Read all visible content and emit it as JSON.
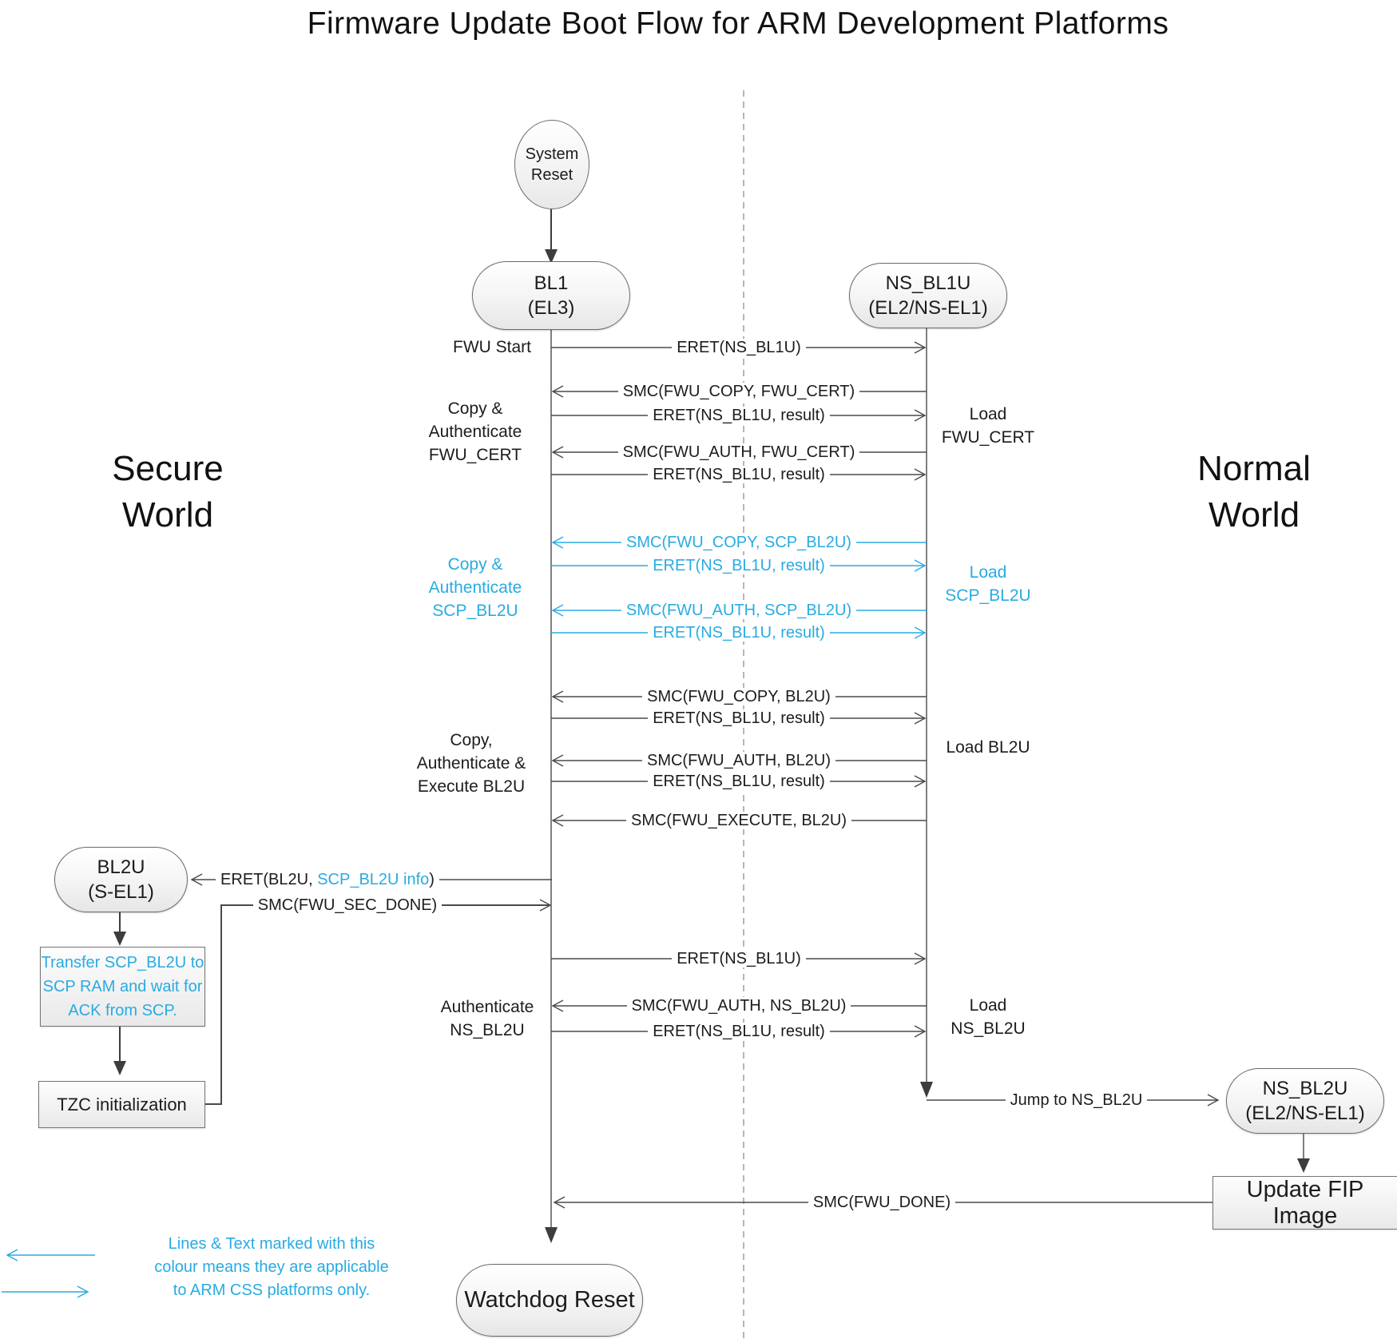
{
  "title": "Firmware Update Boot Flow for ARM Development Platforms",
  "colors": {
    "css_blue": "#29abe2",
    "line_gray": "#4a4a4a"
  },
  "worlds": {
    "secure_line1": "Secure",
    "secure_line2": "World",
    "normal_line1": "Normal",
    "normal_line2": "World"
  },
  "nodes": {
    "system_reset_line1": "System",
    "system_reset_line2": "Reset",
    "bl1_line1": "BL1",
    "bl1_line2": "(EL3)",
    "ns_bl1u_line1": "NS_BL1U",
    "ns_bl1u_line2": "(EL2/NS-EL1)",
    "bl2u_line1": "BL2U",
    "bl2u_line2": "(S-EL1)",
    "transfer_line1": "Transfer SCP_BL2U to",
    "transfer_line2": "SCP RAM and wait for",
    "transfer_line3": "ACK from SCP.",
    "tzc": "TZC initialization",
    "ns_bl2u_line1": "NS_BL2U",
    "ns_bl2u_line2": "(EL2/NS-EL1)",
    "update_fip": "Update FIP Image",
    "watchdog": "Watchdog Reset"
  },
  "messages": {
    "eret_ns_bl1u_1": "ERET(NS_BL1U)",
    "smc_fwu_copy_fwu_cert": "SMC(FWU_COPY, FWU_CERT)",
    "eret_result_1": "ERET(NS_BL1U, result)",
    "smc_fwu_auth_fwu_cert": "SMC(FWU_AUTH, FWU_CERT)",
    "eret_result_2": "ERET(NS_BL1U, result)",
    "smc_fwu_copy_scp_bl2u": "SMC(FWU_COPY, SCP_BL2U)",
    "eret_result_3": "ERET(NS_BL1U, result)",
    "smc_fwu_auth_scp_bl2u": "SMC(FWU_AUTH, SCP_BL2U)",
    "eret_result_4": "ERET(NS_BL1U, result)",
    "smc_fwu_copy_bl2u": "SMC(FWU_COPY, BL2U)",
    "eret_result_5": "ERET(NS_BL1U, result)",
    "smc_fwu_auth_bl2u": "SMC(FWU_AUTH, BL2U)",
    "eret_result_6": "ERET(NS_BL1U, result)",
    "smc_fwu_execute_bl2u": "SMC(FWU_EXECUTE, BL2U)",
    "eret_bl2u_prefix": "ERET(BL2U, ",
    "eret_bl2u_highlight": "SCP_BL2U info",
    "eret_bl2u_suffix": ")",
    "smc_fwu_sec_done": "SMC(FWU_SEC_DONE)",
    "eret_ns_bl1u_2": "ERET(NS_BL1U)",
    "smc_fwu_auth_ns_bl2u": "SMC(FWU_AUTH, NS_BL2U)",
    "eret_result_7": "ERET(NS_BL1U, result)",
    "jump_to_ns_bl2u": "Jump to NS_BL2U",
    "smc_fwu_done": "SMC(FWU_DONE)"
  },
  "side_labels": {
    "fwu_start": "FWU Start",
    "copy_auth_fwu_cert_line1": "Copy &",
    "copy_auth_fwu_cert_line2": "Authenticate",
    "copy_auth_fwu_cert_line3": "FWU_CERT",
    "copy_auth_scp_bl2u_line1": "Copy &",
    "copy_auth_scp_bl2u_line2": "Authenticate",
    "copy_auth_scp_bl2u_line3": "SCP_BL2U",
    "copy_auth_exec_bl2u_line1": "Copy,",
    "copy_auth_exec_bl2u_line2": "Authenticate &",
    "copy_auth_exec_bl2u_line3": "Execute BL2U",
    "auth_ns_bl2u_line1": "Authenticate",
    "auth_ns_bl2u_line2": "NS_BL2U",
    "load_fwu_cert_line1": "Load",
    "load_fwu_cert_line2": "FWU_CERT",
    "load_scp_bl2u_line1": "Load",
    "load_scp_bl2u_line2": "SCP_BL2U",
    "load_bl2u": "Load BL2U",
    "load_ns_bl2u_line1": "Load",
    "load_ns_bl2u_line2": "NS_BL2U"
  },
  "legend": {
    "line1": "Lines & Text marked with this",
    "line2": "colour means they are applicable",
    "line3": "to ARM CSS platforms only."
  }
}
